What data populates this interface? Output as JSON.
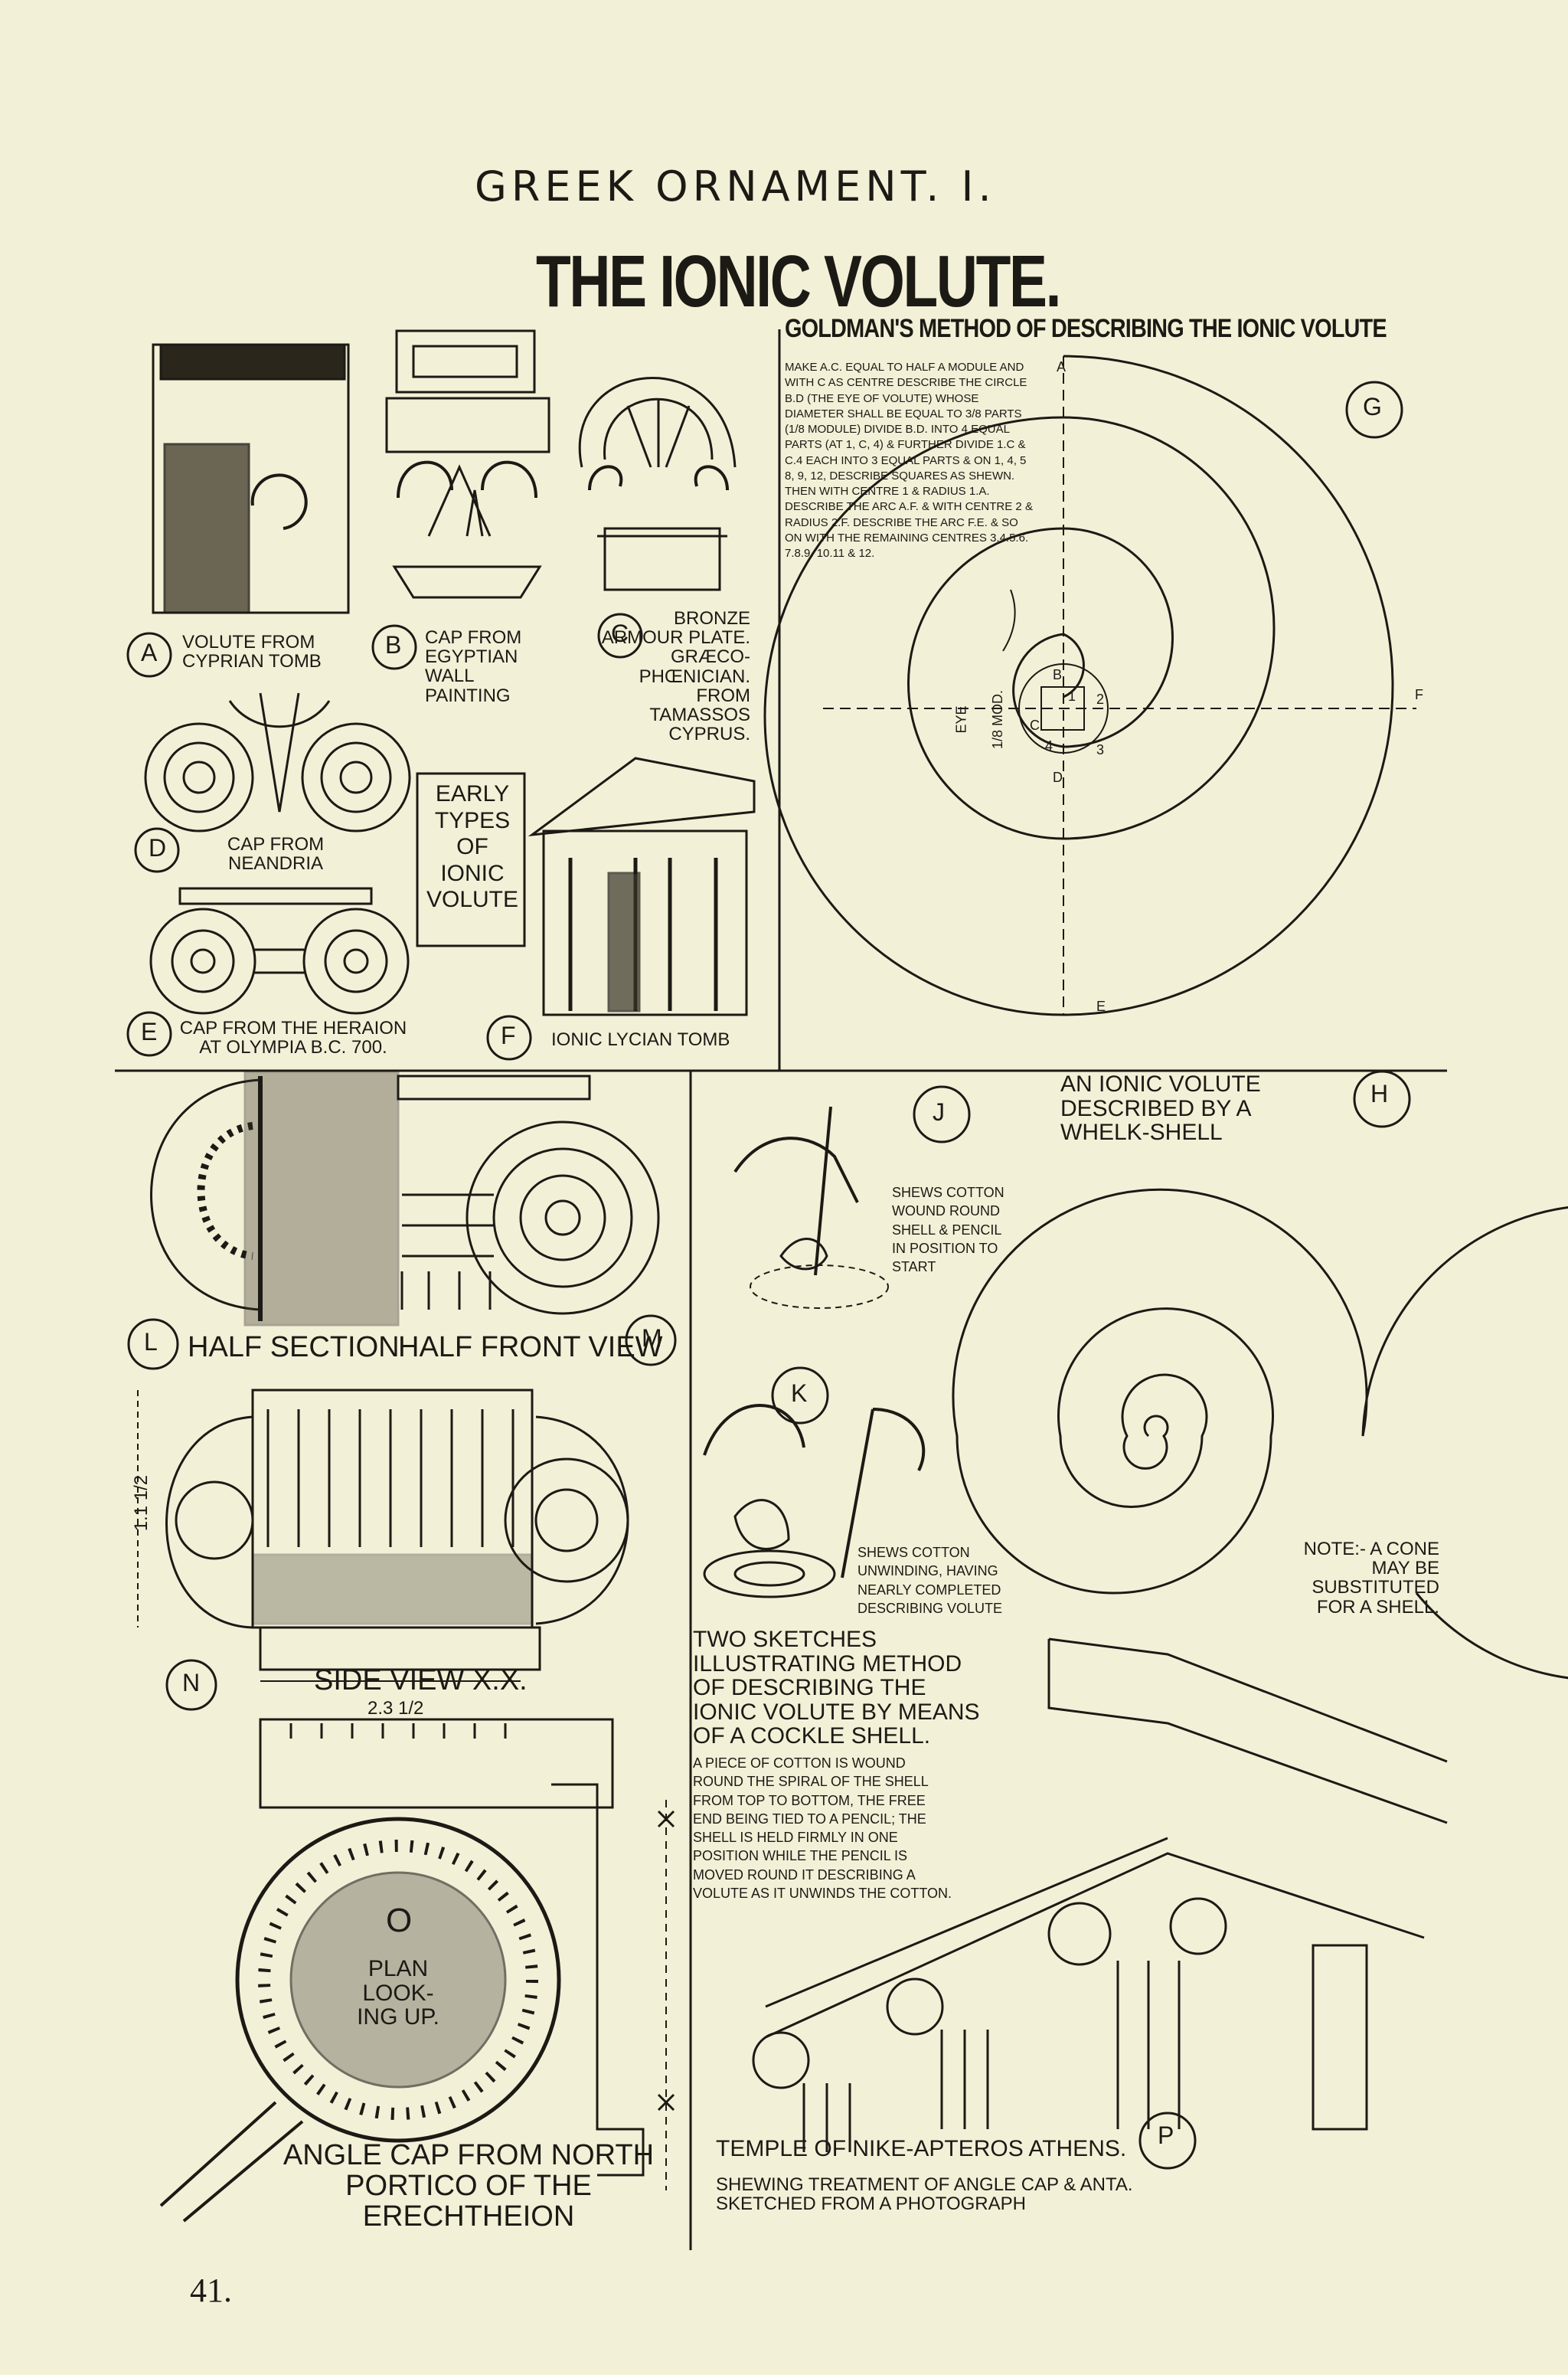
{
  "header": {
    "title": "GREEK ORNAMENT. I.",
    "subtitle": "THE IONIC VOLUTE."
  },
  "panel_g": {
    "heading": "GOLDMAN'S METHOD OF DESCRIBING THE IONIC VOLUTE",
    "letter": "G",
    "text": "MAKE A.C. EQUAL TO HALF A MODULE AND WITH C AS CENTRE DESCRIBE THE CIRCLE B.D (THE EYE OF VOLUTE) WHOSE DIAMETER SHALL BE EQUAL TO 3/8 PARTS (1/8 MODULE) DIVIDE B.D. INTO 4 EQUAL PARTS (AT 1, C, 4) & FURTHER DIVIDE 1.C & C.4 EACH INTO 3 EQUAL PARTS & ON 1, 4, 5 8, 9, 12, DESCRIBE SQUARES AS SHEWN. THEN WITH CENTRE 1 & RADIUS 1.A. DESCRIBE THE ARC A.F. & WITH CENTRE 2 & RADIUS 2.F. DESCRIBE THE ARC F.E. & SO ON WITH THE REMAINING CENTRES 3.4.5.6. 7.8.9. 10.11 & 12.",
    "points": [
      "A",
      "B",
      "C",
      "D",
      "E",
      "F",
      "1",
      "2",
      "3",
      "4"
    ],
    "eye_label": "EYE",
    "eye_dim": "1/8 MOD."
  },
  "panels": {
    "a": {
      "letter": "A",
      "caption": "VOLUTE FROM CYPRIAN TOMB"
    },
    "b": {
      "letter": "B",
      "caption": "CAP FROM EGYPTIAN WALL PAINTING"
    },
    "c": {
      "letter": "C",
      "caption": "BRONZE ARMOUR PLATE. GRÆCO-PHŒNICIAN. FROM TAMASSOS CYPRUS."
    },
    "d": {
      "letter": "D",
      "caption": "CAP FROM NEANDRIA"
    },
    "early": "EARLY TYPES OF IONIC VOLUTE",
    "e": {
      "letter": "E",
      "caption": "CAP FROM THE HERAION AT OLYMPIA B.C. 700."
    },
    "f": {
      "letter": "F",
      "caption": "IONIC LYCIAN TOMB"
    },
    "h": {
      "letter": "H",
      "caption": "AN IONIC VOLUTE DESCRIBED BY A WHELK-SHELL",
      "note": "NOTE:- A CONE MAY BE SUBSTITUTED FOR A SHELL."
    },
    "j": {
      "letter": "J",
      "caption": "SHEWS COTTON WOUND ROUND SHELL & PENCIL IN POSITION TO START"
    },
    "k": {
      "letter": "K",
      "caption": "SHEWS COTTON UNWINDING, HAVING NEARLY COMPLETED DESCRIBING VOLUTE"
    },
    "sketches": {
      "heading": "TWO SKETCHES ILLUSTRATING METHOD OF DESCRIBING THE IONIC VOLUTE BY MEANS OF A COCKLE SHELL.",
      "text": "A PIECE OF COTTON IS WOUND ROUND THE SPIRAL OF THE SHELL FROM TOP TO BOTTOM, THE FREE END BEING TIED TO A PENCIL; THE SHELL IS HELD FIRMLY IN ONE POSITION WHILE THE PENCIL IS MOVED ROUND IT DESCRIBING A VOLUTE AS IT UNWINDS THE COTTON."
    },
    "l": {
      "letter": "L",
      "caption": "HALF SECTION"
    },
    "m": {
      "letter": "M",
      "caption": "HALF FRONT VIEW"
    },
    "n": {
      "letter": "N",
      "caption": "SIDE VIEW X.X.",
      "dim_w": "2.3 1/2",
      "dim_h": "1.1 1/2"
    },
    "o": {
      "letter": "O",
      "plan": "PLAN LOOK-ING UP.",
      "caption": "ANGLE CAP FROM NORTH PORTICO OF THE ERECHTHEION",
      "x": "X"
    },
    "p": {
      "letter": "P",
      "caption": "TEMPLE OF NIKE-APTEROS ATHENS.",
      "sub": "SHEWING TREATMENT OF ANGLE CAP & ANTA. SKETCHED FROM A PHOTOGRAPH"
    }
  },
  "page_number": "41."
}
